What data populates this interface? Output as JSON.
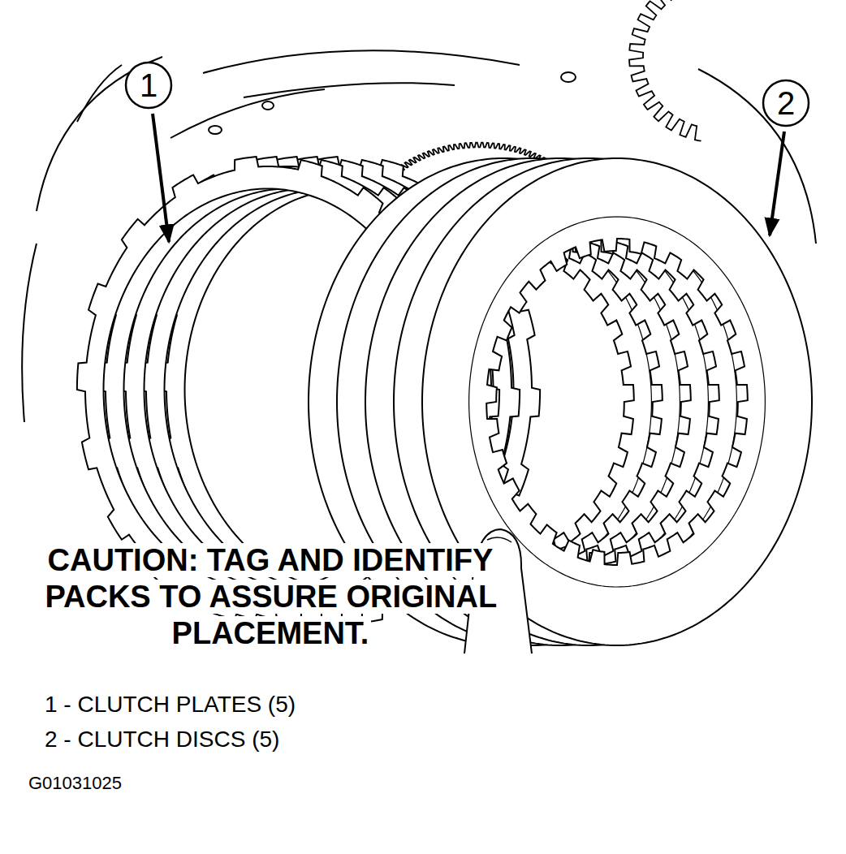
{
  "diagram": {
    "labels": [
      "1",
      "2",
      "CAUTION: TAG AND IDENTIFY PACKS TO ASSURE ORIGINAL PLACEMENT.",
      "1 - CLUTCH PLATES (5)",
      "2 - CLUTCH DISCS (5)",
      "G01031025"
    ]
  }
}
